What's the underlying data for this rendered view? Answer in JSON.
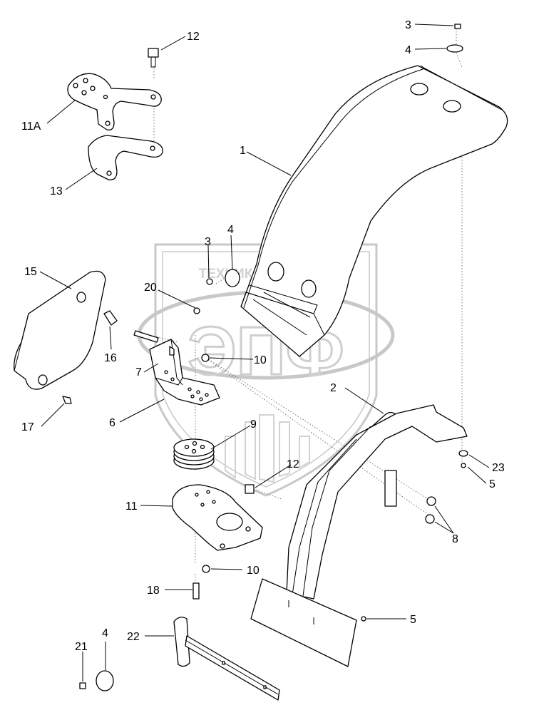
{
  "watermark": {
    "top_text": "ТЕХНИКА ЗАПЧАСТИ",
    "letters": "ЭПФ"
  },
  "callouts": {
    "c1": "1",
    "c2": "2",
    "c3a": "3",
    "c3b": "3",
    "c4a": "4",
    "c4b": "4",
    "c4c": "4",
    "c5a": "5",
    "c5b": "5",
    "c6": "6",
    "c7": "7",
    "c8": "8",
    "c9": "9",
    "c10a": "10",
    "c10b": "10",
    "c11": "11",
    "c11a": "11A",
    "c12a": "12",
    "c12b": "12",
    "c13": "13",
    "c15": "15",
    "c16": "16",
    "c17": "17",
    "c18": "18",
    "c20": "20",
    "c21": "21",
    "c22": "22",
    "c23": "23"
  }
}
